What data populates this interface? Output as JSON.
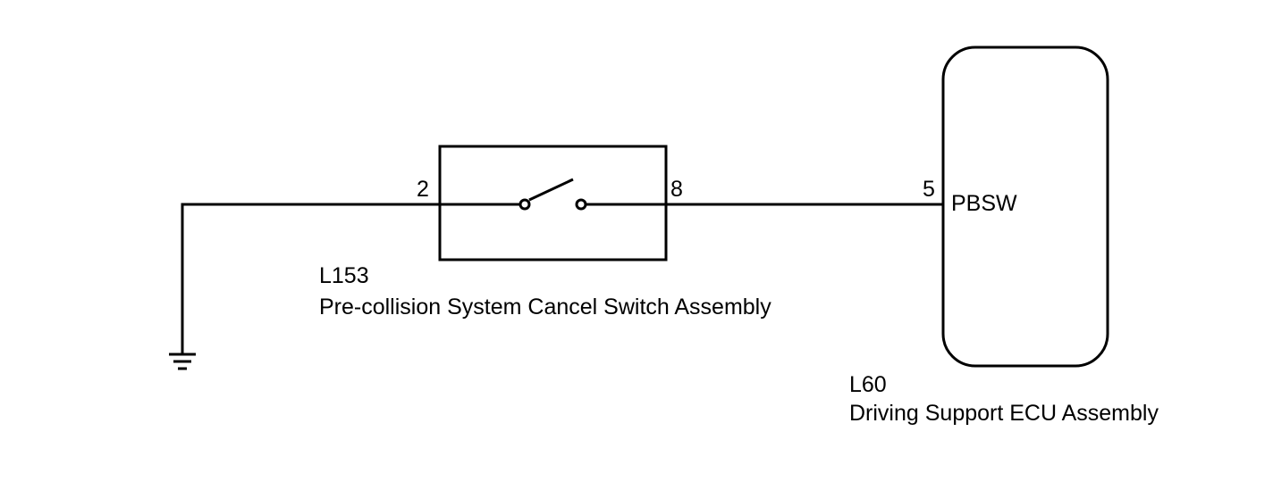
{
  "switch_component": {
    "code": "L153",
    "name": "Pre-collision System Cancel Switch Assembly",
    "pin_left": "2",
    "pin_right": "8"
  },
  "ecu_component": {
    "code": "L60",
    "name": "Driving Support ECU Assembly",
    "pin": "5",
    "terminal": "PBSW"
  },
  "colors": {
    "line": "#000000",
    "background": "#ffffff"
  }
}
